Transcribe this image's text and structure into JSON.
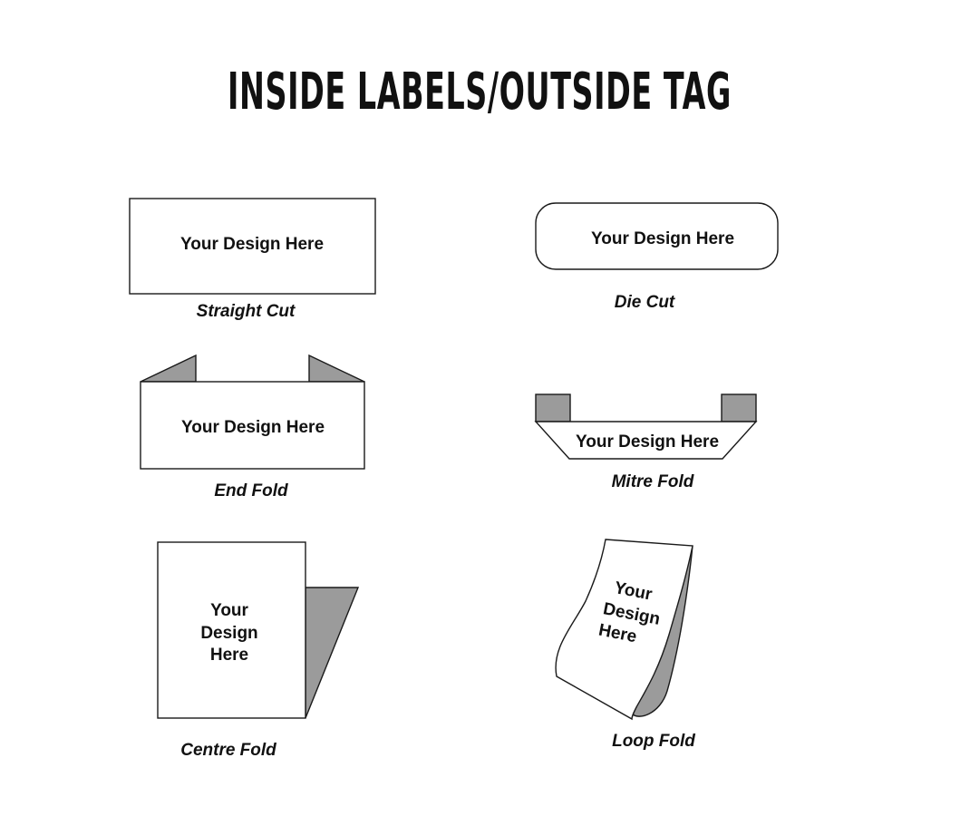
{
  "title": "INSIDE LABELS/OUTSIDE TAG",
  "colors": {
    "outline": "#1a1a1a",
    "flap_fill": "#9b9b9b",
    "background": "#ffffff"
  },
  "labels": [
    {
      "design_lines": [
        "Your Design Here"
      ],
      "caption": "Straight Cut"
    },
    {
      "design_lines": [
        "Your Design Here"
      ],
      "caption": "Die Cut"
    },
    {
      "design_lines": [
        "Your Design Here"
      ],
      "caption": "End Fold"
    },
    {
      "design_lines": [
        "Your Design Here"
      ],
      "caption": "Mitre Fold"
    },
    {
      "design_lines": [
        "Your",
        "Design",
        "Here"
      ],
      "caption": "Centre Fold"
    },
    {
      "design_lines": [
        "Your",
        "Design",
        "Here"
      ],
      "caption": "Loop Fold"
    }
  ]
}
